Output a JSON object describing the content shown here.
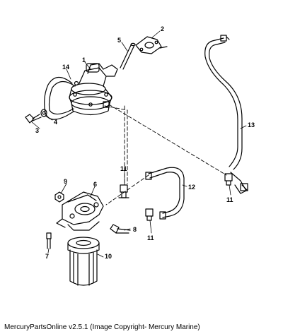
{
  "diagram": {
    "callouts": {
      "c1": "1",
      "c2": "2",
      "c3": "3",
      "c4": "4",
      "c5": "5",
      "c6": "6",
      "c7": "7",
      "c8": "8",
      "c9": "9",
      "c10": "10",
      "c11a": "11",
      "c11b": "11",
      "c11c": "11",
      "c12": "12",
      "c13": "13",
      "c14": "14"
    }
  },
  "footer": {
    "text": "MercuryPartsOnline v2.5.1 (Image Copyright- Mercury Marine)"
  }
}
